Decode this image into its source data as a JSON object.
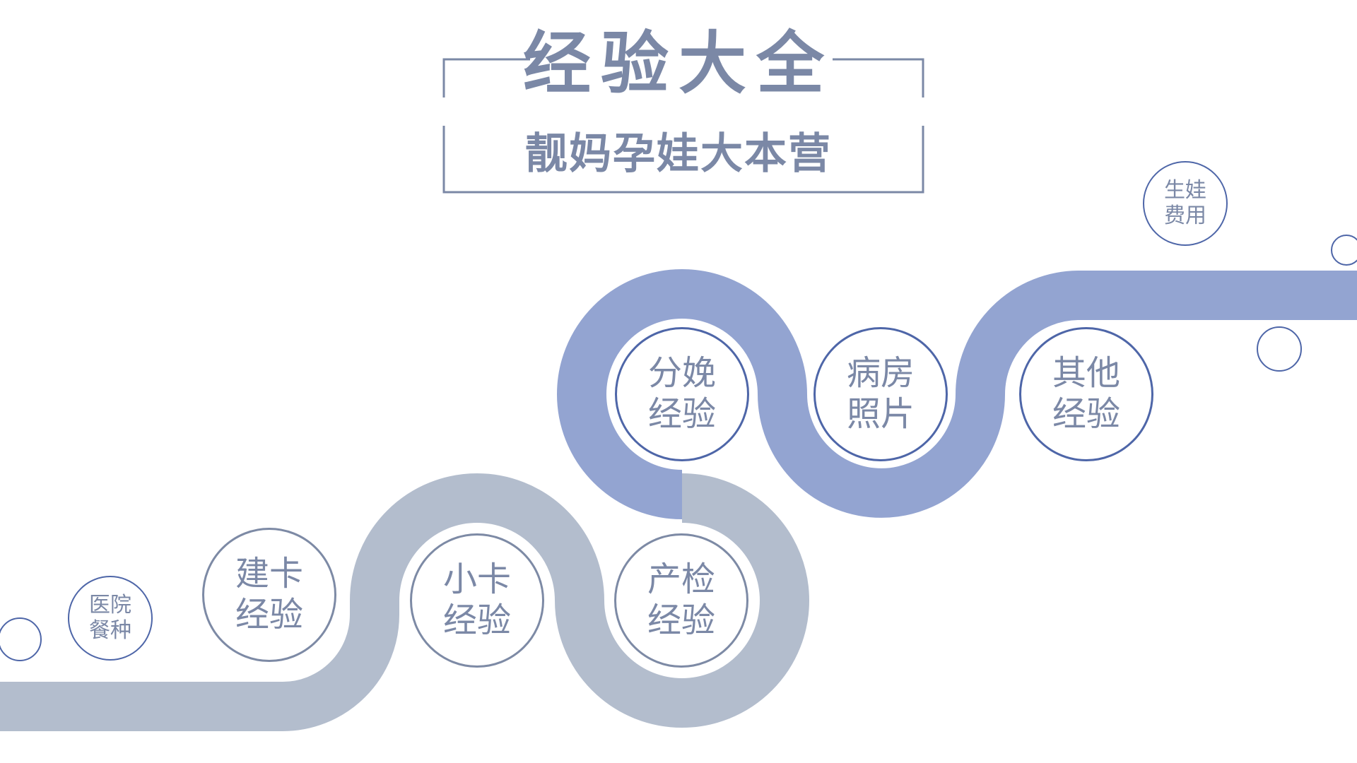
{
  "title": "经验大全",
  "subtitle": "靓妈孕娃大本营",
  "colors": {
    "text": "#7b88a6",
    "frame": "#7b88a6",
    "band_light": "#b3bdcd",
    "band_dark": "#93a4d1",
    "ring_blue": "#4e66a8",
    "ring_gray": "#7d8aa5"
  },
  "nodes": [
    {
      "line1": "医院",
      "line2": "餐种"
    },
    {
      "line1": "建卡",
      "line2": "经验"
    },
    {
      "line1": "小卡",
      "line2": "经验"
    },
    {
      "line1": "产检",
      "line2": "经验"
    },
    {
      "line1": "分娩",
      "line2": "经验"
    },
    {
      "line1": "病房",
      "line2": "照片"
    },
    {
      "line1": "其他",
      "line2": "经验"
    },
    {
      "line1": "生娃",
      "line2": "费用"
    }
  ]
}
